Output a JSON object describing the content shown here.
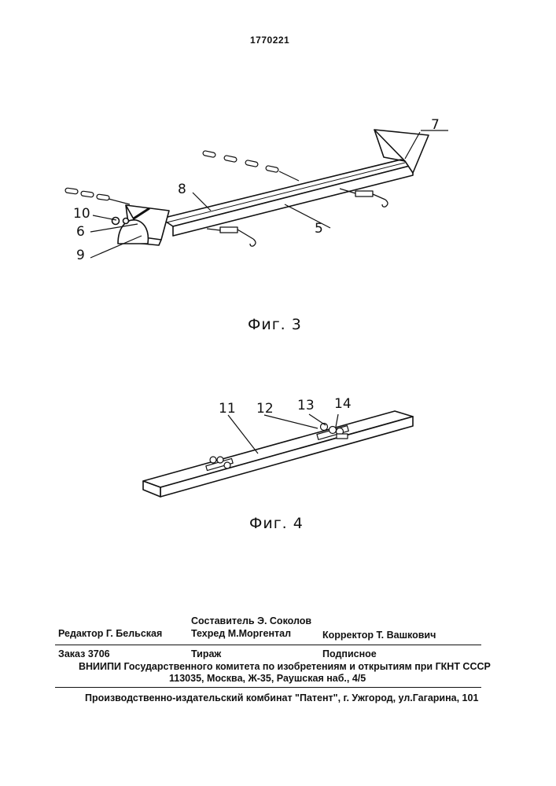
{
  "document": {
    "patent_number": "1770221"
  },
  "figure3": {
    "caption": "Фиг. 3",
    "labels": {
      "l7": "7",
      "l8": "8",
      "l10": "10",
      "l6": "6",
      "l9": "9",
      "l5": "5"
    }
  },
  "figure4": {
    "caption": "Фиг. 4",
    "labels": {
      "l11": "11",
      "l12": "12",
      "l13": "13",
      "l14": "14"
    }
  },
  "imprint": {
    "compiler": "Составитель  Э. Соколов",
    "editor": "Редактор  Г. Бельская",
    "tech_editor": "Техред М.Моргентал",
    "proofreader": "Корректор  Т. Вашкович",
    "order": "Заказ 3706",
    "circulation": "Тираж",
    "subscription": "Подписное",
    "institute": "ВНИИПИ Государственного комитета по изобретениям и открытиям при ГКНТ СССР",
    "address": "113035, Москва, Ж-35, Раушская наб., 4/5",
    "publisher": "Производственно-издательский комбинат \"Патент\", г. Ужгород, ул.Гагарина, 101"
  }
}
